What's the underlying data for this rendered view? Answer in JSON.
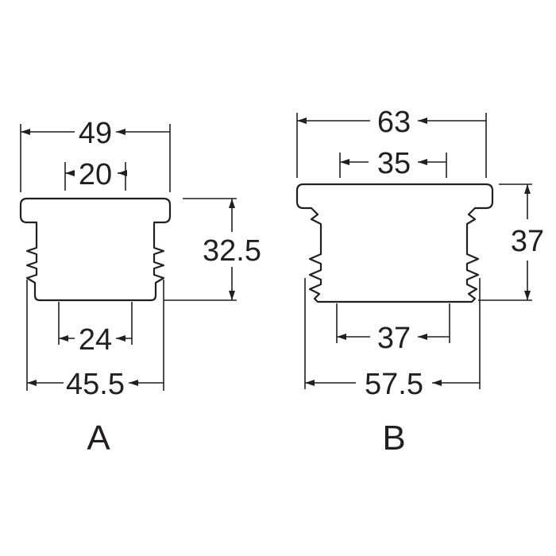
{
  "part_a": {
    "label": "A",
    "dims": {
      "top_outer": "49",
      "top_inner": "20",
      "height": "32.5",
      "bottom_inner": "24",
      "bottom_outer": "45.5"
    }
  },
  "part_b": {
    "label": "B",
    "dims": {
      "top_outer": "63",
      "top_inner": "35",
      "height": "37",
      "bottom_inner": "37",
      "bottom_outer": "57.5"
    }
  }
}
